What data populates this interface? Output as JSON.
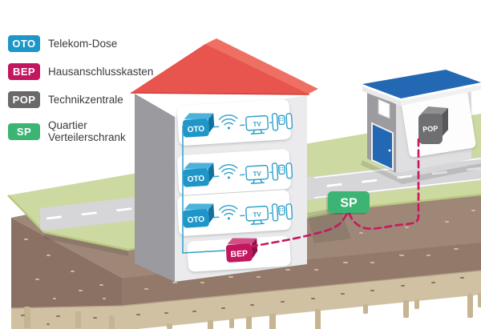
{
  "legend": {
    "items": [
      {
        "badge": "OTO",
        "label": "Telekom-Dose",
        "color": "#1e96c8"
      },
      {
        "badge": "BEP",
        "label": "Hausanschlusskasten",
        "color": "#c4165f"
      },
      {
        "badge": "POP",
        "label": "Technikzentrale",
        "color": "#69696b"
      },
      {
        "badge": "SP",
        "label": "Quartier Verteilerschrank",
        "color": "#3cb473"
      }
    ]
  },
  "diagram": {
    "floors": [
      {
        "oto": "OTO",
        "tv": "TV"
      },
      {
        "oto": "OTO",
        "tv": "TV"
      },
      {
        "oto": "OTO",
        "tv": "TV"
      }
    ],
    "bep": "BEP",
    "pop": "POP",
    "sp": "SP",
    "colors": {
      "oto_blue": "#1e96c8",
      "oto_blue_top": "#4cb2dc",
      "bep_magenta": "#c4165f",
      "bep_magenta_top": "#d14f86",
      "pop_gray": "#6f6f71",
      "pop_gray_top": "#8f8f91",
      "sp_green": "#3cb473",
      "roof_red": "#e8544e",
      "hut_roof_blue": "#2368b2",
      "cable_magenta": "#c9175f",
      "wire_blue": "#2e9fc9",
      "grass": "#ccd9a0",
      "road": "#d6d6d8",
      "soil_top": "#9e8777",
      "soil_front": "#8a7163",
      "gravel": "#d0c1a3"
    }
  }
}
